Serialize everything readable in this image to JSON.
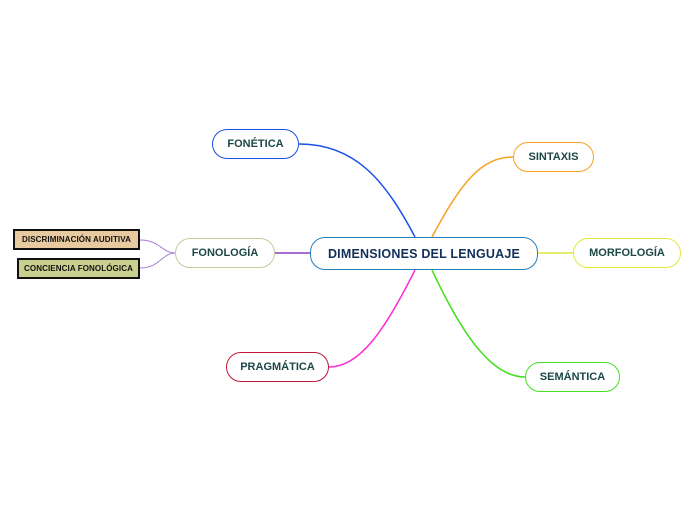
{
  "central": {
    "label": "DIMENSIONES DEL LENGUAJE"
  },
  "branches": {
    "fonetica": {
      "label": "FONÉTICA",
      "color": "#1a4fe8"
    },
    "sintaxis": {
      "label": "SINTAXIS",
      "color": "#f7a21f"
    },
    "fonologia": {
      "label": "FONOLOGÍA",
      "color": "#c8c89a",
      "link_color": "#8b3dbf"
    },
    "morfologia": {
      "label": "MORFOLOGÍA",
      "color": "#e0e83a"
    },
    "pragmatica": {
      "label": "PRAGMÁTICA",
      "color": "#c0163a",
      "link_color": "#ff2bd6"
    },
    "semantica": {
      "label": "SEMÁNTICA",
      "color": "#44e020"
    }
  },
  "subtopics": {
    "discriminacion": {
      "label": "DISCRIMINACIÓN AUDITIVA",
      "fill": "#e8caa0"
    },
    "conciencia": {
      "label": "CONCIENCIA FONOLÓGICA",
      "fill": "#c9cf8e"
    },
    "link_color": "#a77fd6"
  }
}
